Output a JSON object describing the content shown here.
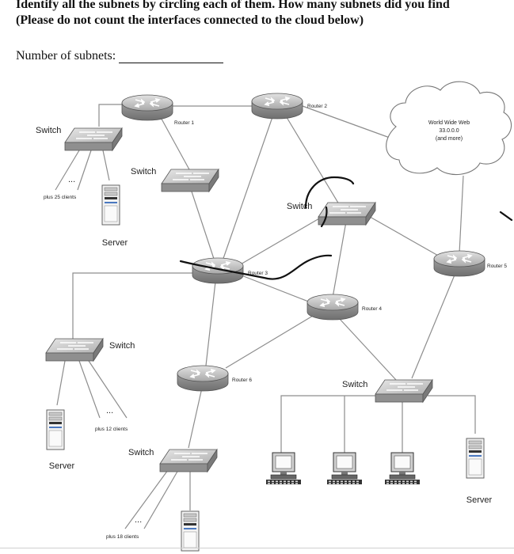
{
  "question": {
    "line1": "Identify all the subnets by circling each of them. How many subnets did you find",
    "line2": "(Please do not count the interfaces connected to the cloud below)",
    "answer_label": "Number of subnets:"
  },
  "routers": [
    {
      "id": "r1",
      "label": "Router 1"
    },
    {
      "id": "r2",
      "label": "Router 2"
    },
    {
      "id": "r3",
      "label": "Router 3"
    },
    {
      "id": "r4",
      "label": "Router 4"
    },
    {
      "id": "r5",
      "label": "Router 5"
    },
    {
      "id": "r6",
      "label": "Router 6"
    }
  ],
  "switches": [
    {
      "id": "s1",
      "label": "Switch"
    },
    {
      "id": "s2",
      "label": "Switch"
    },
    {
      "id": "s3",
      "label": "Switch"
    },
    {
      "id": "s4",
      "label": "Switch"
    },
    {
      "id": "s5",
      "label": "Switch"
    },
    {
      "id": "s6",
      "label": "Switch"
    }
  ],
  "cloud": {
    "line1": "World Wide Web",
    "line2": "33.0.0.0",
    "line3": "(and more)"
  },
  "servers": [
    {
      "id": "sv1",
      "label": "Server"
    },
    {
      "id": "sv2",
      "label": "Server"
    },
    {
      "id": "sv3",
      "label": "Server"
    },
    {
      "id": "sv4",
      "label": ""
    }
  ],
  "client_groups": [
    {
      "id": "c1",
      "dots": "...",
      "label": "plus 25 clients"
    },
    {
      "id": "c2",
      "dots": "...",
      "label": "plus 12 clients"
    },
    {
      "id": "c3",
      "dots": "...",
      "label": "plus 18 clients"
    }
  ],
  "ink_color": "#111111",
  "device_color": "#b8b8b8"
}
